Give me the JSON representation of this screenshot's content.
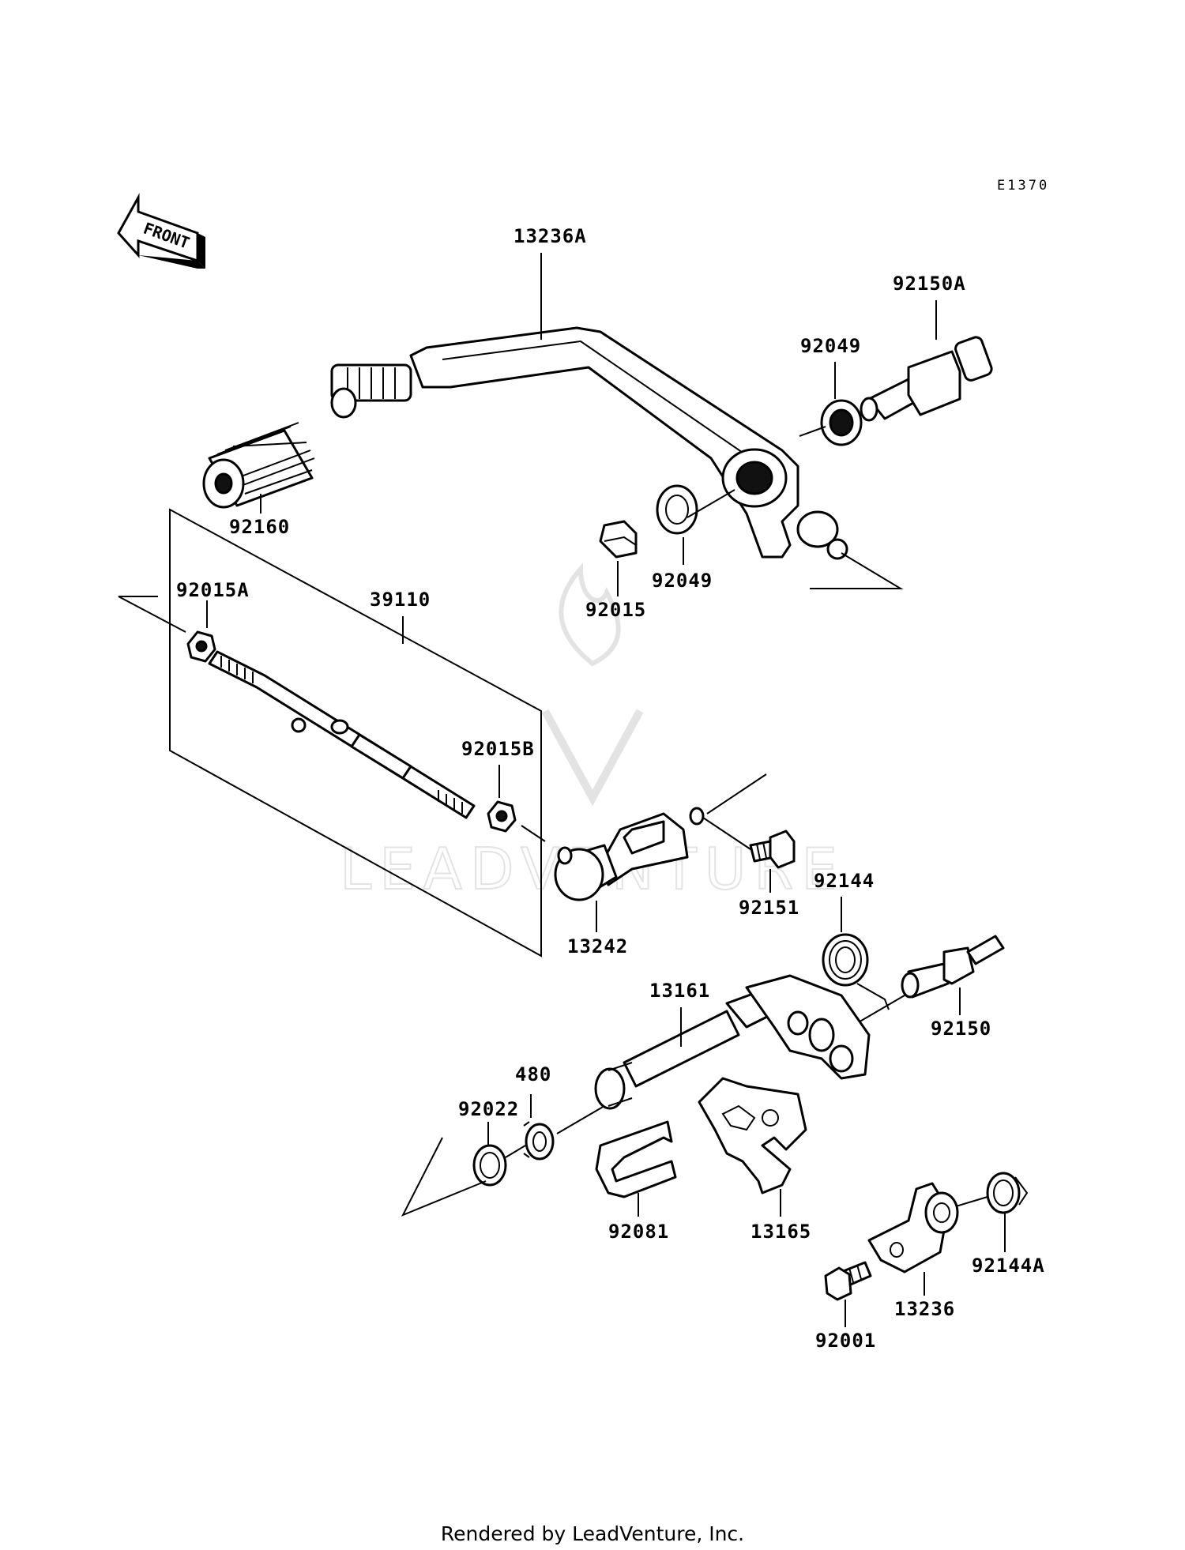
{
  "diagram": {
    "code": "E1370",
    "front_label": "FRONT",
    "watermark": "LEADVENTURE",
    "footer": "Rendered by LeadVenture, Inc.",
    "parts": [
      "13236A",
      "92150A",
      "92049",
      "92160",
      "92015",
      "92049",
      "92015A",
      "39110",
      "92015B",
      "92151",
      "13242",
      "92144",
      "13161",
      "92150",
      "480",
      "92022",
      "92081",
      "13165",
      "92144A",
      "13236",
      "92001"
    ]
  }
}
